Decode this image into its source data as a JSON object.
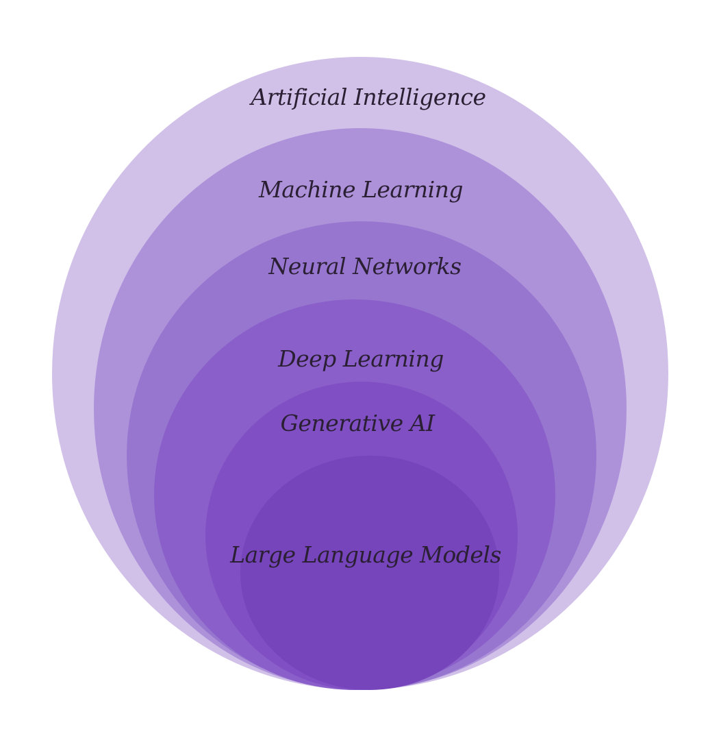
{
  "diagram": {
    "layers": [
      {
        "label": "Artificial Intelligence",
        "color": "#d1c1e9"
      },
      {
        "label": "Machine Learning",
        "color": "#ad92da"
      },
      {
        "label": "Neural Networks",
        "color": "#9776cf"
      },
      {
        "label": "Deep Learning",
        "color": "#8a5fca"
      },
      {
        "label": "Generative AI",
        "color": "#7f4fc3"
      },
      {
        "label": "Large Language Models",
        "color": "#7644bb"
      }
    ],
    "background": "#ffffff"
  }
}
